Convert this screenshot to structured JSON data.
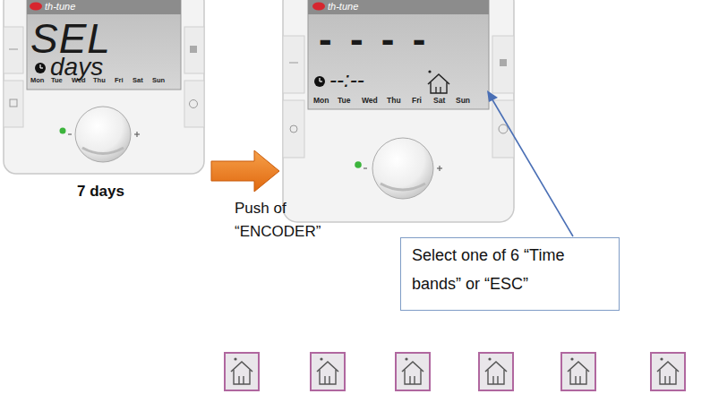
{
  "diagram": {
    "nodes": [
      {
        "text": [
          "Select one of 6 “Time bands” or “ESC”"
        ]
      }
    ],
    "labels": [
      "th-tune",
      "SEL",
      "days",
      "Mon",
      "Tue",
      "Wed",
      "Thu",
      "Fri",
      "Sat",
      "Sun",
      "7 days",
      "Push of “ENCODER”",
      "th-tune",
      "- - - -",
      "--:--",
      "Mon",
      "Tue",
      "Wed",
      "Thu",
      "Fri",
      "Sat",
      "Sun"
    ]
  }
}
